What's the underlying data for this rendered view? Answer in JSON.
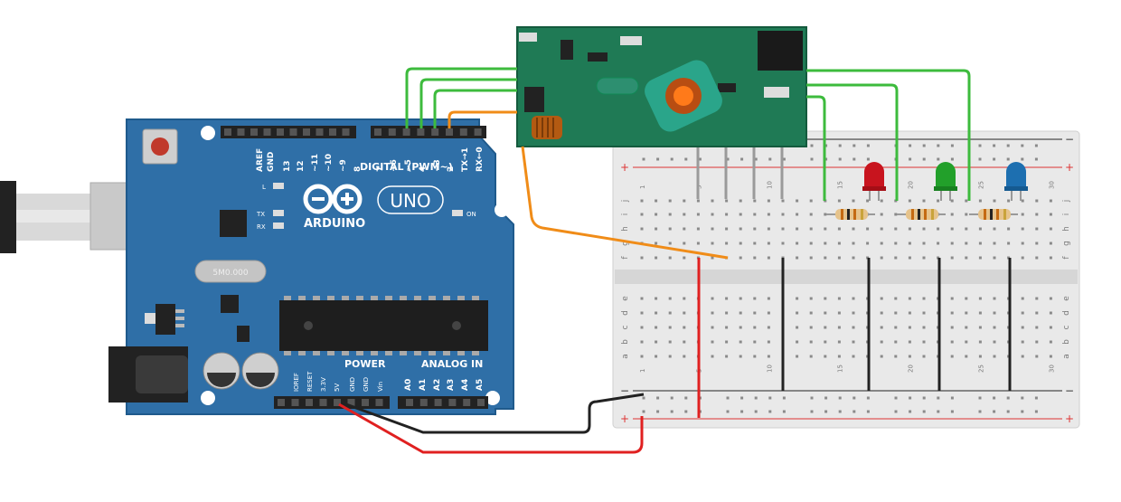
{
  "board": {
    "logo": "ARDUINO",
    "model": "UNO",
    "digital_header": "DIGITAL (PWM~)",
    "power_header": "POWER",
    "analog_header": "ANALOG IN",
    "led_l": "L",
    "led_tx": "TX",
    "led_rx": "RX",
    "led_on": "ON",
    "crystal": "5M0.000",
    "top_pins": [
      "AREF",
      "GND",
      "13",
      "12",
      "~11",
      "~10",
      "~9",
      "8",
      "7",
      "~6",
      "~5",
      "4",
      "~3",
      "2",
      "TX→1",
      "RX←0"
    ],
    "power_pins": [
      "IOREF",
      "RESET",
      "3.3V",
      "5V",
      "GND",
      "GND",
      "Vin"
    ],
    "analog_pins": [
      "A0",
      "A1",
      "A2",
      "A3",
      "A4",
      "A5"
    ]
  },
  "breadboard": {
    "rows_top": [
      "j",
      "i",
      "h",
      "g",
      "f"
    ],
    "rows_bottom": [
      "e",
      "d",
      "c",
      "b",
      "a"
    ],
    "col_numbers": [
      "1",
      "5",
      "10",
      "15",
      "20",
      "25",
      "30"
    ],
    "rail_plus": "+",
    "rail_minus": "−"
  },
  "colors": {
    "board": "#2f6fa7",
    "board_edge": "#1f5a8c",
    "module": "#1f7a55",
    "wire_green": "#3dbb3d",
    "wire_orange": "#f08c18",
    "wire_red": "#e02020",
    "wire_black": "#222222",
    "led_red": "#c8141e",
    "led_green": "#22a02a",
    "led_blue": "#1d6fb0"
  }
}
